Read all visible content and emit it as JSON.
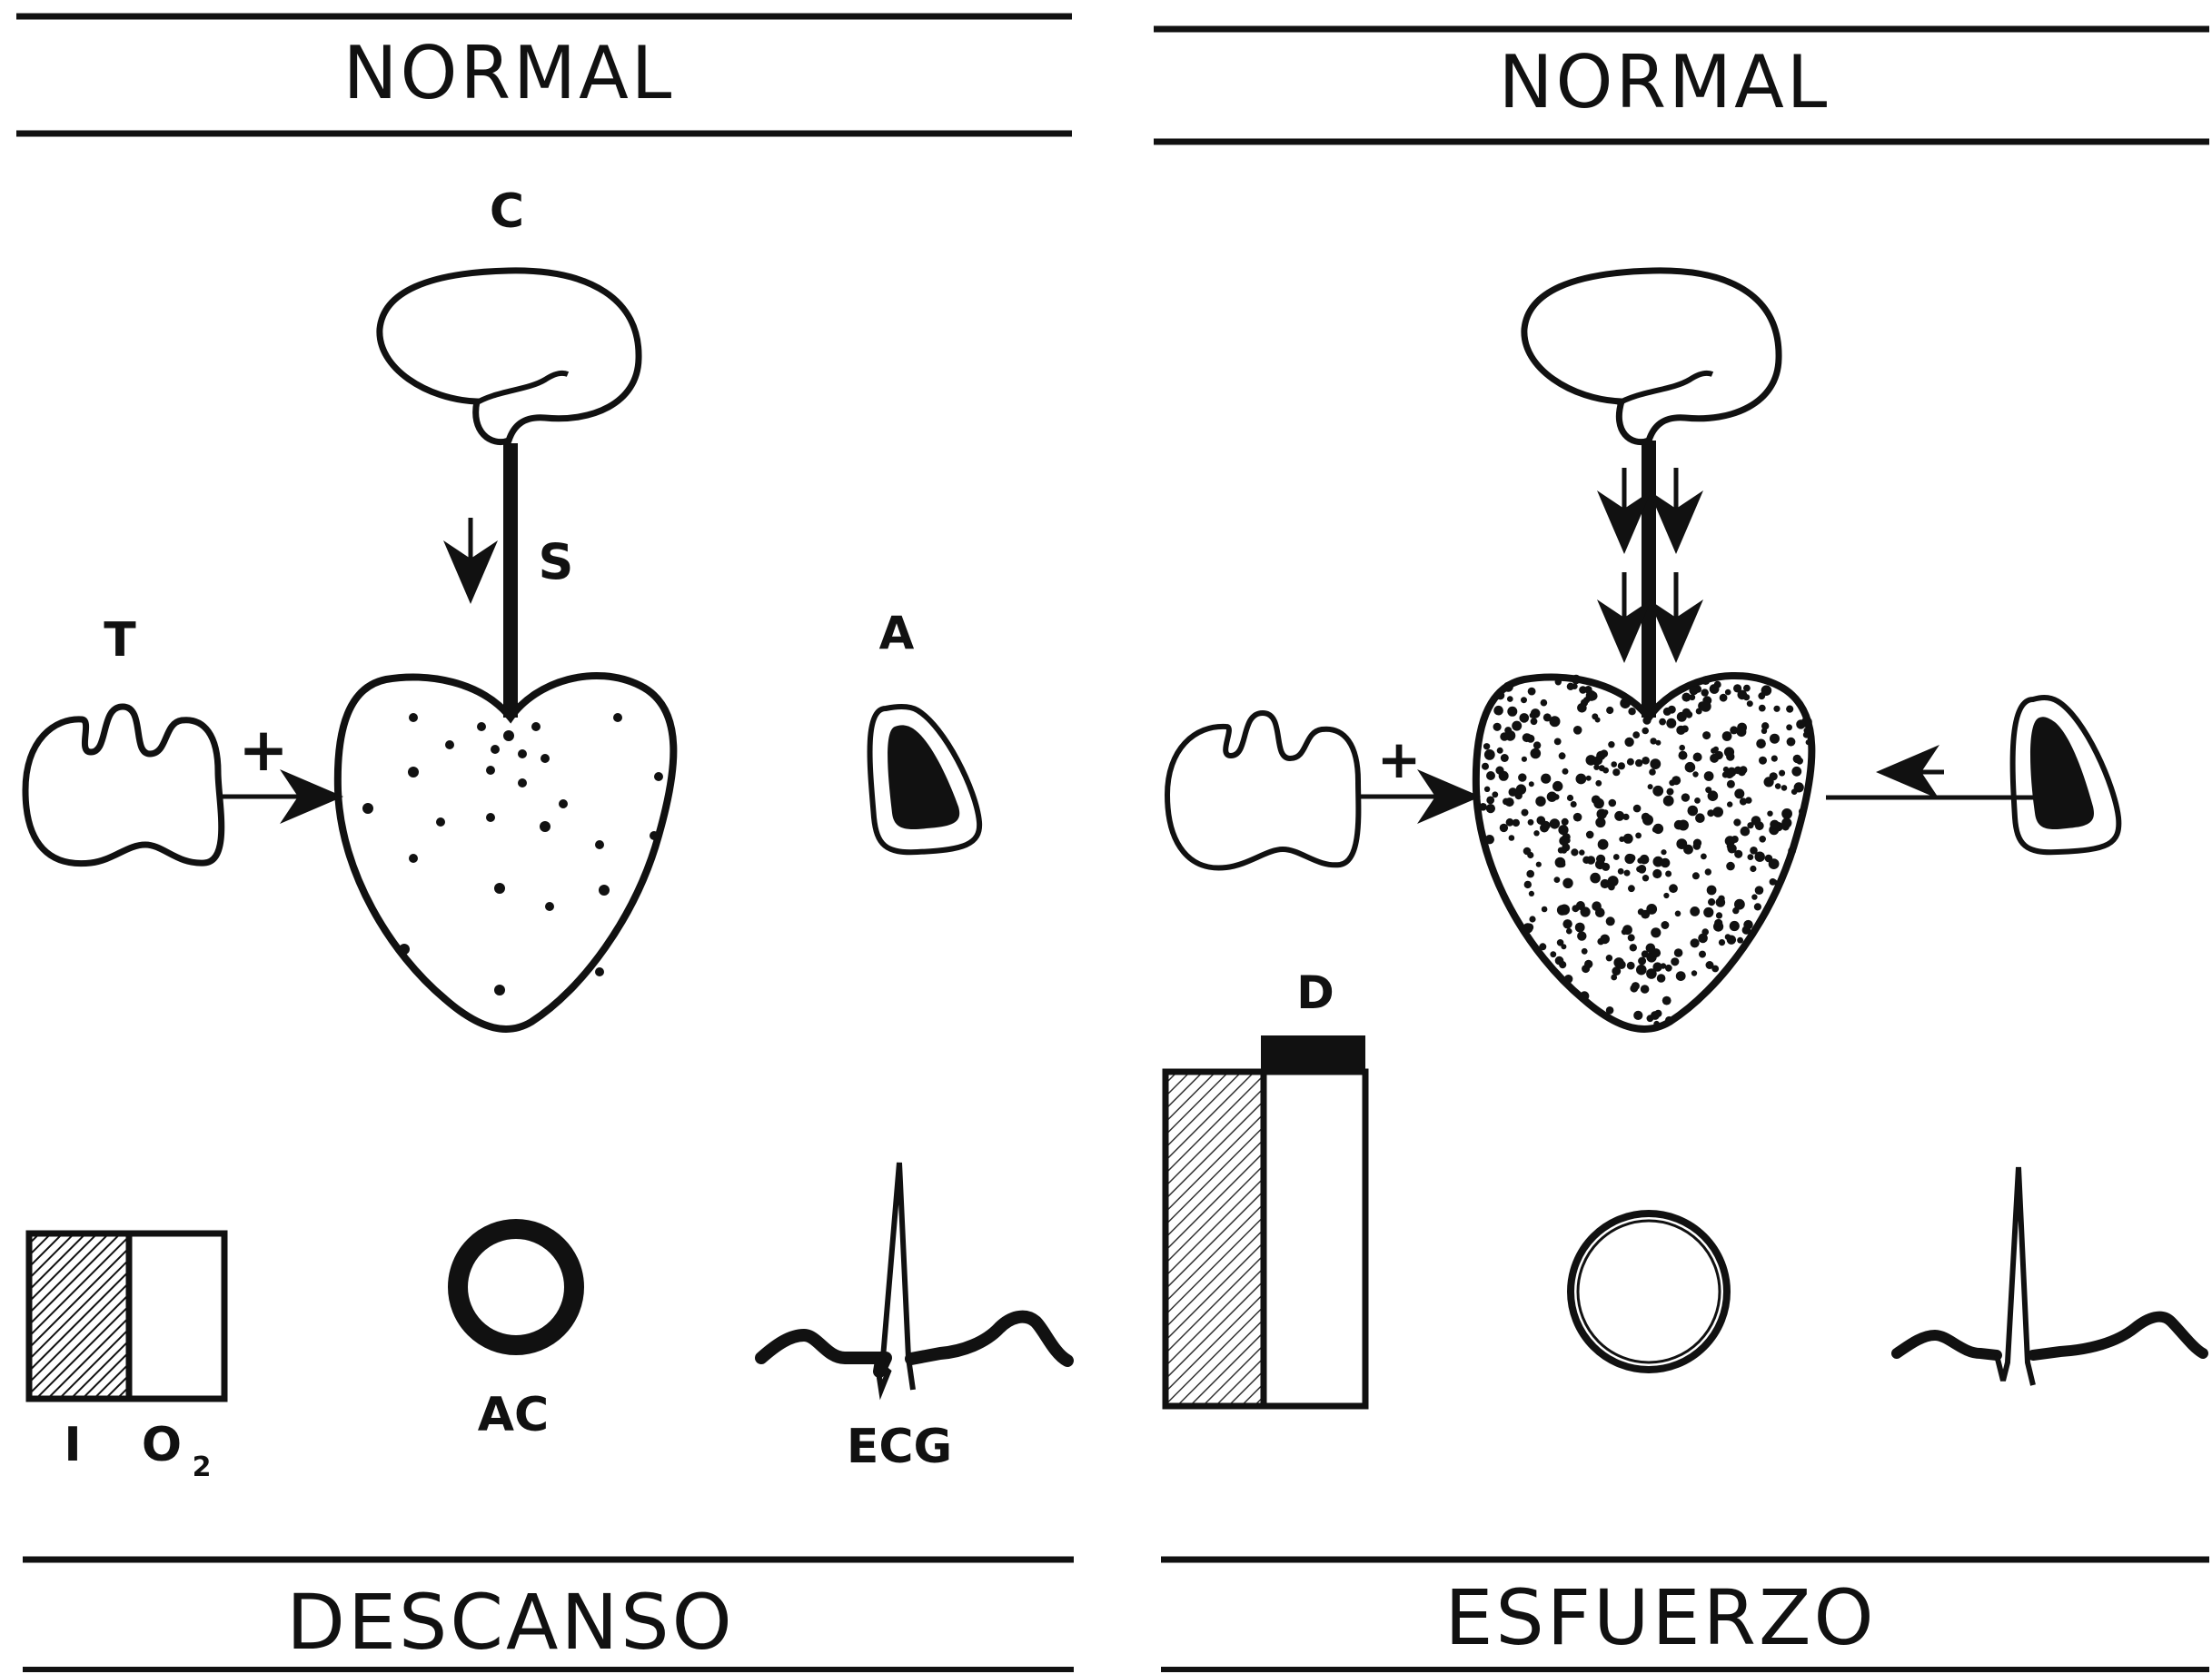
{
  "panels": [
    {
      "title": "NORMAL",
      "footer": "DESCANSO",
      "labels": {
        "brain": "C",
        "nerve": "S",
        "thyroid": "T",
        "adrenal": "A",
        "bar_left": "I",
        "bar_right": "O",
        "bar_right_sub": "2",
        "artery": "AC",
        "ecg": "ECG"
      }
    },
    {
      "title": "NORMAL",
      "footer": "ESFUERZO",
      "labels": {
        "deficit": "D"
      }
    }
  ],
  "symbols": {
    "plus": "+"
  },
  "colors": {
    "ink": "#111111",
    "paper": "#ffffff"
  },
  "icons": [
    "brain-icon",
    "thyroid-icon",
    "heart-icon",
    "adrenal-icon",
    "artery-ring-icon",
    "ecg-trace-icon",
    "oxygen-bar-icon"
  ]
}
